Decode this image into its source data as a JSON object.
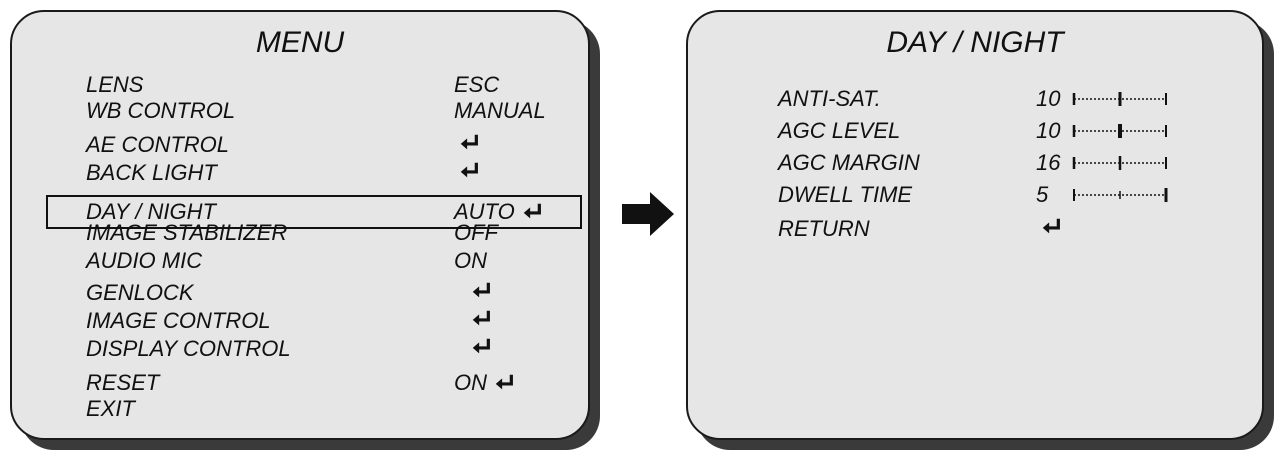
{
  "menu": {
    "title": "MENU",
    "items": [
      {
        "label": "LENS",
        "value": "ESC",
        "enter": false
      },
      {
        "label": "WB CONTROL",
        "value": "MANUAL",
        "enter": false
      },
      {
        "label": "AE CONTROL",
        "value": "",
        "enter": true
      },
      {
        "label": "BACK LIGHT",
        "value": "",
        "enter": true
      },
      {
        "label": "DAY / NIGHT",
        "value": "AUTO",
        "enter": true,
        "selected": true
      },
      {
        "label": "IMAGE STABILIZER",
        "value": "OFF",
        "enter": false
      },
      {
        "label": "AUDIO MIC",
        "value": "ON",
        "enter": false
      },
      {
        "label": "GENLOCK",
        "value": "",
        "enter": true
      },
      {
        "label": "IMAGE CONTROL",
        "value": "",
        "enter": true
      },
      {
        "label": "DISPLAY CONTROL",
        "value": "",
        "enter": true
      },
      {
        "label": "RESET",
        "value": "ON",
        "enter": true
      },
      {
        "label": "EXIT",
        "value": "",
        "enter": false
      }
    ]
  },
  "daynight": {
    "title": "DAY / NIGHT",
    "items": [
      {
        "label": "ANTI-SAT.",
        "value": "10",
        "level": 0.5
      },
      {
        "label": "AGC LEVEL",
        "value": "10",
        "level": 0.5
      },
      {
        "label": "AGC MARGIN",
        "value": "16",
        "level": 0.5
      },
      {
        "label": "DWELL TIME",
        "value": "5",
        "level": 1.0
      },
      {
        "label": "RETURN",
        "value": "",
        "enter": true
      }
    ]
  },
  "icons": {
    "enter": "enter-return-icon",
    "transition": "arrow-right-icon"
  }
}
